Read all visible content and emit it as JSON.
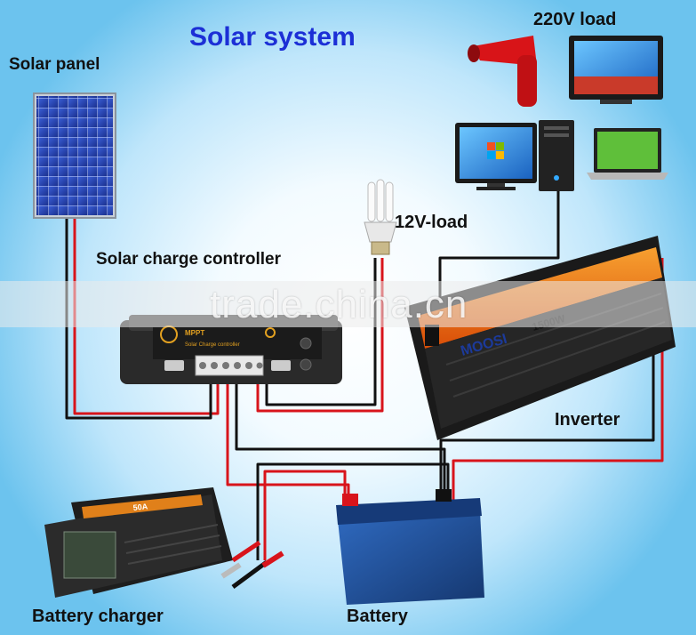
{
  "title": "Solar system",
  "labels": {
    "solar_panel": "Solar panel",
    "load_220v": "220V load",
    "load_12v": "12V-load",
    "charge_controller": "Solar charge controller",
    "inverter": "Inverter",
    "battery_charger": "Battery charger",
    "battery": "Battery"
  },
  "watermark": "trade.china.cn",
  "device_text": {
    "controller_brand": "MPPT",
    "controller_subtitle": "Solar Charge controller",
    "inverter_brand": "MOOSI",
    "inverter_rating": "1500W",
    "charger_rating": "50A"
  },
  "colors": {
    "title": "#1c2fd6",
    "wire_red": "#d8141b",
    "wire_black": "#111111",
    "sky_outer": "#6cc3ee",
    "inverter_orange": "#f07a10",
    "battery_blue": "#1f4f9a"
  }
}
